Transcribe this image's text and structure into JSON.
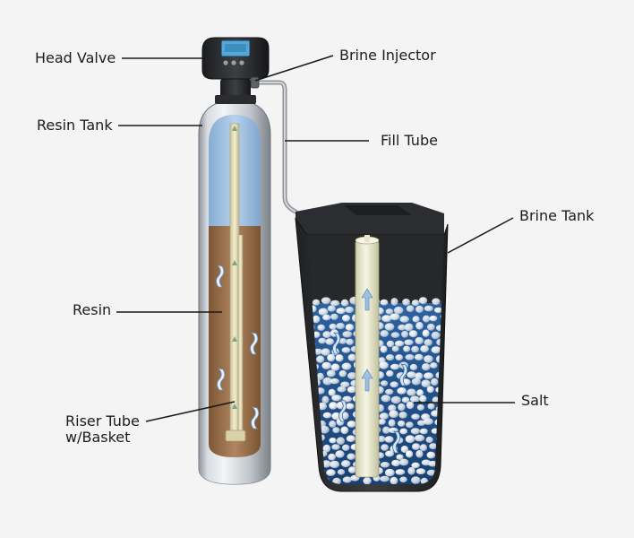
{
  "labels": {
    "head_valve": "Head Valve",
    "resin_tank": "Resin Tank",
    "resin": "Resin",
    "riser_tube_line1": "Riser Tube",
    "riser_tube_line2": "w/Basket",
    "brine_injector": "Brine Injector",
    "fill_tube": "Fill Tube",
    "brine_tank": "Brine Tank",
    "salt": "Salt"
  },
  "icons": {
    "flow_arrow": "flow-arrow-icon"
  },
  "colors": {
    "background": "#f4f4f4",
    "text": "#1c1c1c",
    "leader_line": "#1a1a1a",
    "tank_steel": "#c9cdd2",
    "water": "#a9c8e6",
    "resin": "#a67a54",
    "riser": "#e5dfba",
    "brine_tank": "#2f3133",
    "brine_water": "#1f4f86",
    "salt": "#e8edf2"
  }
}
